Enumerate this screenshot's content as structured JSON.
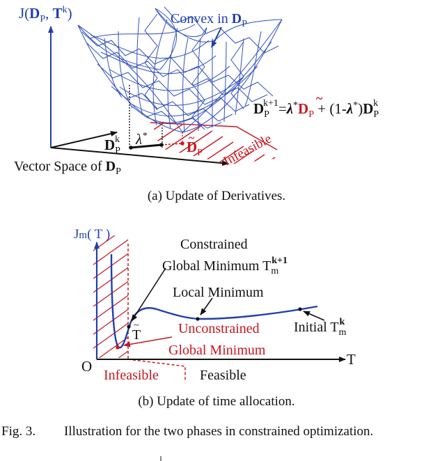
{
  "panel_a": {
    "y_axis_label": {
      "prefix": "J(",
      "D": "D",
      "D_sub": "P",
      "sep": ", ",
      "T": "T",
      "T_sup": "k",
      "suffix": ")"
    },
    "convex_label": {
      "text": "Convex in ",
      "D": "D",
      "D_sub": "P"
    },
    "update_equation": {
      "lhs_D": "D",
      "lhs_sub": "P",
      "lhs_sup": "k+1",
      "eq": "=",
      "lambda1": "λ",
      "lambda1_sup": "*",
      "tilde_D": "D",
      "tilde_sub": "P",
      "mid": " + (1-",
      "lambda2": "λ",
      "lambda2_sup": "*",
      "close": ")",
      "rhs_D": "D",
      "rhs_sub": "P",
      "rhs_sup": "k"
    },
    "point_dk": {
      "D": "D",
      "sub": "P",
      "sup": "k"
    },
    "lambda_label": {
      "symbol": "λ",
      "sup": "*"
    },
    "point_tilde": {
      "D": "D",
      "sub": "P"
    },
    "infeasible_label": "Infeasible",
    "x_axis_label": {
      "text": "Vector Space of ",
      "D": "D",
      "D_sub": "P"
    },
    "caption": "(a)  Update of Derivatives."
  },
  "panel_b": {
    "y_axis_label": {
      "J": "J",
      "sub": "m",
      "rest": "( T )"
    },
    "constrained_label": {
      "line1": "Constrained",
      "line2": "Global Minimum T",
      "sub": "m",
      "sup": "k+1"
    },
    "local_min_label": "Local Minimum",
    "t_tilde_label": "T",
    "unconstrained_label": {
      "line1": "Unconstrained",
      "line2": "Global Minimum"
    },
    "initial_label": {
      "text": "Initial T",
      "sub": "m",
      "sup": "k"
    },
    "origin_label": "O",
    "x_axis_label": "T",
    "infeasible_label": "Infeasible",
    "feasible_label": "Feasible",
    "caption": "(b)  Update of time allocation."
  },
  "figure_caption": {
    "number": "Fig. 3.",
    "text": "Illustration for the two phases in constrained optimization."
  },
  "colors": {
    "surface_blue": "#2f4fc0",
    "label_blue": "#1f3fae",
    "infeasible_red": "#c8161d",
    "ink": "#111111"
  }
}
